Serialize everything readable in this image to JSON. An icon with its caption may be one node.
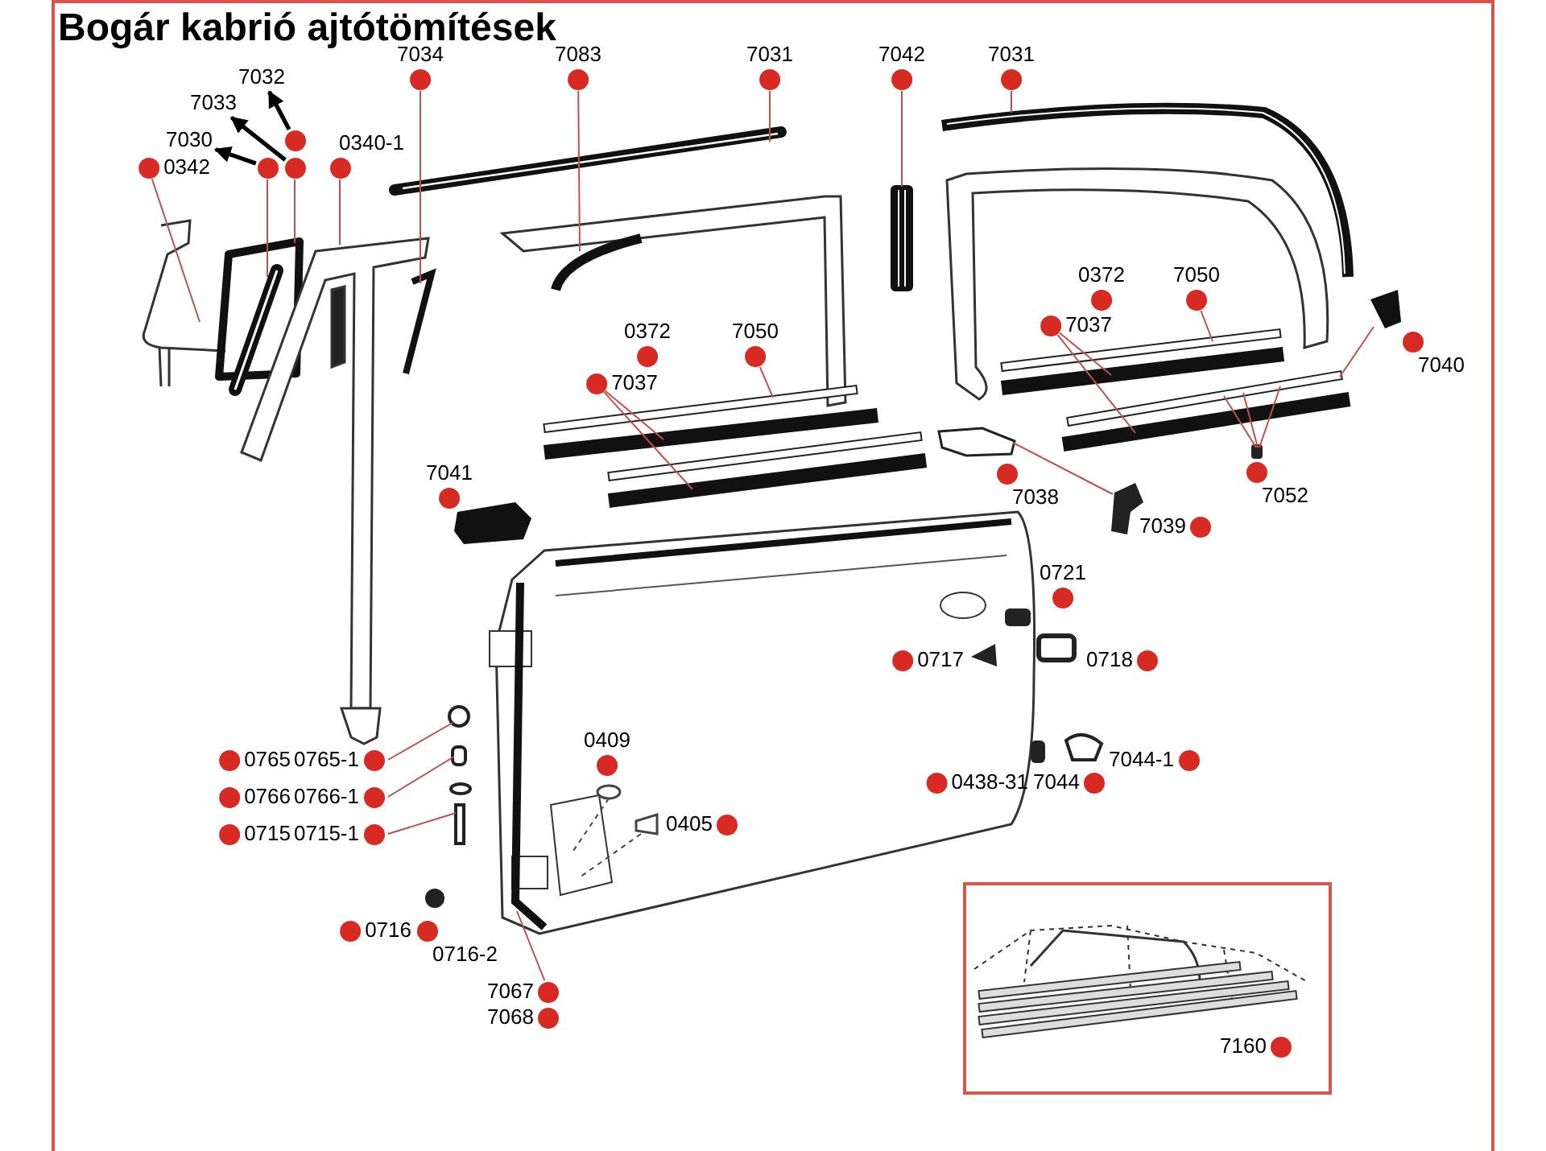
{
  "diagram": {
    "title": "Bogár kabrió ajtótömítések",
    "nodes": [
      {
        "text": [
          "7032"
        ]
      },
      {
        "text": [
          "7033"
        ]
      },
      {
        "text": [
          "7030"
        ]
      },
      {
        "text": [
          "0342"
        ]
      },
      {
        "text": [],
        "shape": "circle"
      },
      {
        "text": [],
        "shape": "circle"
      },
      {
        "text": [],
        "shape": "circle"
      },
      {
        "text": [
          "0340-1"
        ]
      },
      {
        "text": [
          "7034"
        ]
      },
      {
        "text": [
          "7083"
        ]
      },
      {
        "text": [
          "7031"
        ]
      },
      {
        "text": [
          "7042"
        ]
      },
      {
        "text": [
          "7031"
        ]
      },
      {
        "text": [
          "0372"
        ]
      },
      {
        "text": [
          "7050"
        ]
      },
      {
        "text": [
          "7037"
        ]
      },
      {
        "text": [
          "0372"
        ]
      },
      {
        "text": [
          "7050"
        ]
      },
      {
        "text": [
          "7037"
        ]
      },
      {
        "text": [
          "7040"
        ]
      },
      {
        "text": [
          "7041"
        ]
      },
      {
        "text": [
          "7038"
        ]
      },
      {
        "text": [
          "7052"
        ]
      },
      {
        "text": [
          "7039"
        ]
      },
      {
        "text": [
          "0721"
        ]
      },
      {
        "text": [
          "0717"
        ]
      },
      {
        "text": [
          "0718"
        ]
      },
      {
        "text": [
          "0765"
        ]
      },
      {
        "text": [
          "0765-1"
        ]
      },
      {
        "text": [
          "0409"
        ]
      },
      {
        "text": [
          "7044-1"
        ]
      },
      {
        "text": [
          "0766"
        ]
      },
      {
        "text": [
          "0766-1"
        ]
      },
      {
        "text": [
          "0405"
        ]
      },
      {
        "text": [
          "0438-31"
        ]
      },
      {
        "text": [
          "7044"
        ]
      },
      {
        "text": [
          "0715"
        ]
      },
      {
        "text": [
          "0715-1"
        ]
      },
      {
        "text": [
          "0716"
        ]
      },
      {
        "text": [
          "0716-2"
        ]
      },
      {
        "text": [
          "7067"
        ]
      },
      {
        "text": [
          "7068"
        ]
      },
      {
        "text": [
          "7160"
        ]
      },
      {
        "text": [],
        "shape": "picture"
      },
      {
        "text": [],
        "shape": "picture"
      },
      {
        "text": [],
        "shape": "picture"
      },
      {
        "text": [],
        "shape": "picture"
      },
      {
        "text": [],
        "shape": "picture"
      },
      {
        "text": [],
        "shape": "picture"
      },
      {
        "text": [],
        "shape": "picture"
      },
      {
        "text": [],
        "shape": "picture"
      },
      {
        "text": [],
        "shape": "picture"
      },
      {
        "text": [],
        "shape": "bar"
      },
      {
        "text": [],
        "shape": "bar"
      },
      {
        "text": [],
        "shape": "bar"
      },
      {
        "text": [],
        "shape": "bar"
      },
      {
        "text": [],
        "shape": "bar"
      },
      {
        "text": [],
        "shape": "bar"
      },
      {
        "text": [],
        "shape": "bar"
      },
      {
        "text": [],
        "shape": "picture"
      },
      {
        "text": [],
        "shape": "box"
      },
      {
        "text": [],
        "shape": "box"
      },
      {
        "text": [],
        "shape": "picture"
      },
      {
        "text": [],
        "shape": "circle"
      },
      {
        "text": [],
        "shape": "box"
      },
      {
        "text": [],
        "shape": "picture"
      },
      {
        "text": [],
        "shape": "picture"
      }
    ],
    "edges": [
      {
        "from": 4,
        "to": 0,
        "arrow": "to",
        "style": "thick",
        "color": "#000000"
      },
      {
        "from": 6,
        "to": 1,
        "arrow": "to",
        "style": "thick",
        "color": "#000000"
      },
      {
        "from": 5,
        "to": 2,
        "arrow": "to",
        "style": "thick",
        "color": "#000000"
      },
      {
        "from": 3,
        "to": 43,
        "arrow": "none"
      },
      {
        "from": 5,
        "to": 45,
        "arrow": "none"
      },
      {
        "from": 6,
        "to": 44,
        "arrow": "none"
      },
      {
        "from": 7,
        "to": 46,
        "arrow": "none"
      },
      {
        "from": 8,
        "to": 47,
        "arrow": "none"
      },
      {
        "from": 9,
        "to": 49,
        "arrow": "none"
      },
      {
        "from": 10,
        "to": 48,
        "arrow": "none"
      },
      {
        "from": 11,
        "to": 50,
        "arrow": "none"
      },
      {
        "from": 12,
        "to": 51,
        "arrow": "none"
      },
      {
        "from": 14,
        "to": 52,
        "arrow": "none"
      },
      {
        "from": 15,
        "to": 53,
        "arrow": "none"
      },
      {
        "from": 15,
        "to": 54,
        "arrow": "none"
      },
      {
        "from": 17,
        "to": 55,
        "arrow": "none"
      },
      {
        "from": 18,
        "to": 56,
        "arrow": "none"
      },
      {
        "from": 18,
        "to": 57,
        "arrow": "none"
      },
      {
        "from": 59,
        "to": 58,
        "arrow": "none"
      },
      {
        "from": 60,
        "to": 58,
        "arrow": "none"
      },
      {
        "from": 60,
        "to": 58,
        "arrow": "none"
      },
      {
        "from": 60,
        "to": 58,
        "arrow": "none"
      },
      {
        "from": 61,
        "to": 62,
        "arrow": "none"
      },
      {
        "from": 28,
        "to": 63,
        "arrow": "none"
      },
      {
        "from": 32,
        "to": 64,
        "arrow": "none"
      },
      {
        "from": 37,
        "to": 65,
        "arrow": "none"
      },
      {
        "from": 40,
        "to": 66,
        "arrow": "none"
      }
    ]
  }
}
